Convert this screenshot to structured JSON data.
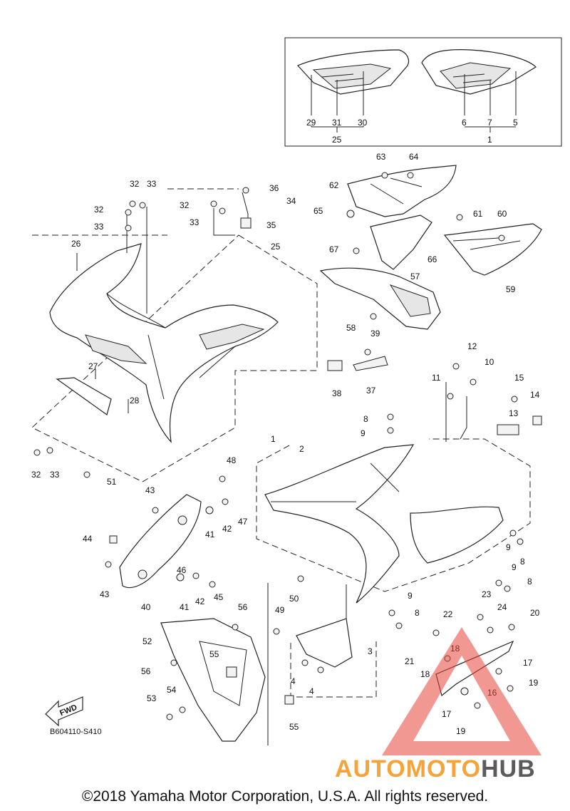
{
  "diagram": {
    "diagram_code": "B604110-S410",
    "fwd_label": "FWD",
    "callouts": [
      "1",
      "2",
      "3",
      "4",
      "5",
      "6",
      "7",
      "8",
      "9",
      "10",
      "11",
      "12",
      "13",
      "14",
      "15",
      "16",
      "17",
      "18",
      "19",
      "20",
      "21",
      "22",
      "23",
      "24",
      "25",
      "26",
      "27",
      "28",
      "29",
      "30",
      "31",
      "32",
      "33",
      "34",
      "35",
      "36",
      "37",
      "38",
      "39",
      "40",
      "41",
      "42",
      "43",
      "44",
      "45",
      "46",
      "47",
      "48",
      "49",
      "50",
      "51",
      "52",
      "53",
      "54",
      "55",
      "56",
      "57",
      "58",
      "59",
      "60",
      "61",
      "62",
      "63",
      "64",
      "65",
      "66",
      "67"
    ]
  },
  "watermark": {
    "brand_part1": "AUTOMOTO",
    "brand_part2": "HUB",
    "triangle_color": "#e8443a",
    "brand_color_1": "#f5a33a",
    "brand_color_2": "#5b5b5b"
  },
  "footer": {
    "copyright": "©2018 Yamaha Motor Corporation, U.S.A. All rights reserved."
  }
}
